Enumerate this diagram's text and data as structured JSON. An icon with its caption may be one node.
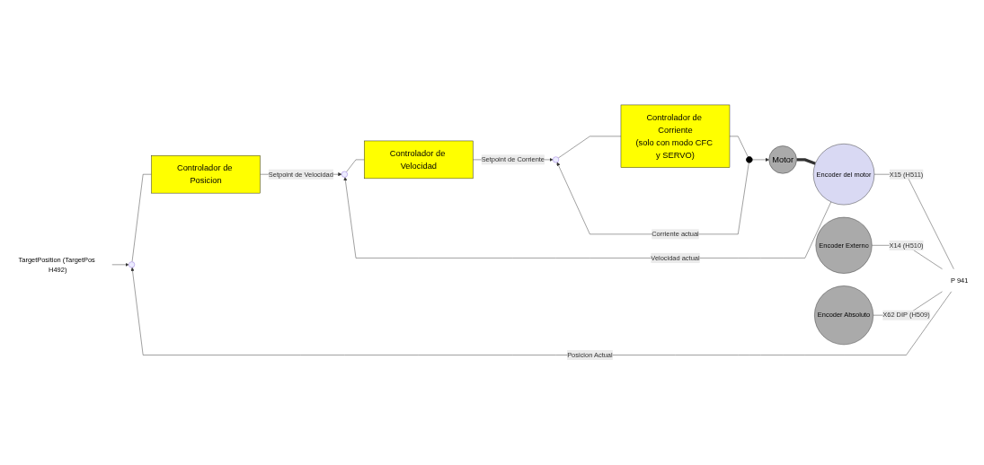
{
  "diagram": {
    "nodes": [
      {
        "text": [
          "TargetPosition (TargetPos H492)"
        ]
      },
      {
        "text": [],
        "shape": "circle"
      },
      {
        "text": [
          "Controlador de Posicion"
        ]
      },
      {
        "text": [],
        "shape": "circle"
      },
      {
        "text": [
          "Controlador de Velocidad"
        ]
      },
      {
        "text": [],
        "shape": "circle"
      },
      {
        "text": [
          "Controlador de Corriente",
          "(solo con modo CFC y SERVO)"
        ]
      },
      {
        "text": [],
        "shape": "circle"
      },
      {
        "text": [
          "Motor"
        ]
      },
      {
        "text": [
          "Encoder del motor"
        ]
      },
      {
        "text": [
          "P 941"
        ]
      },
      {
        "text": [
          "Encoder Externo"
        ]
      },
      {
        "text": [
          "Encoder Absoluto"
        ]
      }
    ],
    "edges": [
      {
        "from": 0,
        "to": 1,
        "arrow": "to"
      },
      {
        "from": 1,
        "to": 2,
        "arrow": "none"
      },
      {
        "from": 2,
        "to": 3,
        "label": "Setpoint de Velocidad",
        "arrow": "to"
      },
      {
        "from": 3,
        "to": 4,
        "arrow": "none"
      },
      {
        "from": 4,
        "to": 5,
        "label": "Setpoint de Corriente",
        "arrow": "to"
      },
      {
        "from": 5,
        "to": 6,
        "arrow": "none"
      },
      {
        "from": 6,
        "to": 7,
        "arrow": "none"
      },
      {
        "from": 7,
        "to": 8,
        "arrow": "to"
      },
      {
        "from": 8,
        "to": 9,
        "arrow": "none",
        "style": "thick"
      },
      {
        "from": 10,
        "to": 1,
        "label": "Posicion Actual",
        "arrow": "to"
      },
      {
        "from": 9,
        "to": 3,
        "label": "Velocidad actual",
        "arrow": "to"
      },
      {
        "from": 7,
        "to": 5,
        "label": "Corriente actual",
        "arrow": "to"
      },
      {
        "from": 9,
        "to": 10,
        "label": "X15 (H511)",
        "arrow": "none"
      },
      {
        "from": 11,
        "to": 10,
        "label": "X14 (H510)",
        "arrow": "none"
      },
      {
        "from": 12,
        "to": 10,
        "label": "X62 DIP (H509)",
        "arrow": "none"
      }
    ]
  }
}
